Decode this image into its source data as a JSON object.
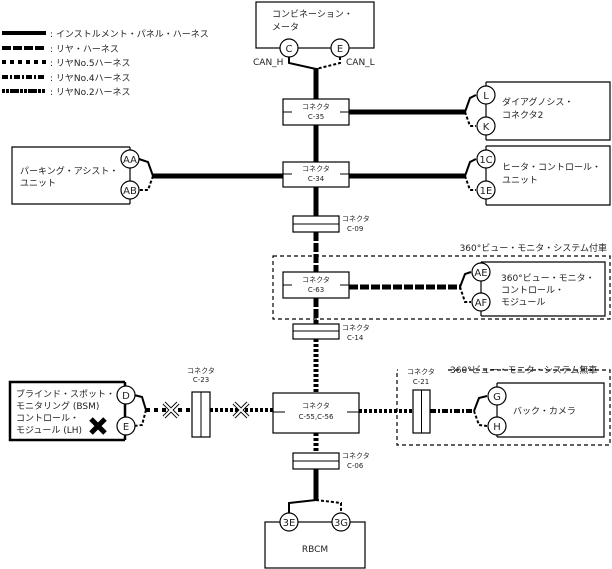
{
  "legend": [
    {
      "style": "instrument",
      "label": ": インストルメント・パネル・ハーネス"
    },
    {
      "style": "rear",
      "label": ": リヤ・ハーネス"
    },
    {
      "style": "rear5",
      "label": ": リヤNo.5ハーネス"
    },
    {
      "style": "rear4",
      "label": ": リヤNo.4ハーネス"
    },
    {
      "style": "rear2",
      "label": ": リヤNo.2ハーネス"
    }
  ],
  "units": {
    "combination_meter": {
      "line1": "コンビネーション・",
      "line2": "メータ",
      "pins": [
        "C",
        "E"
      ],
      "pin_labels": [
        "CAN_H",
        "CAN_L"
      ]
    },
    "diag_connector": {
      "line1": "ダイアグノシス・",
      "line2": "コネクタ2",
      "pins": [
        "L",
        "K"
      ]
    },
    "heater_control": {
      "line1": "ヒータ・コントロール・",
      "line2": "ユニット",
      "pins": [
        "1C",
        "1E"
      ]
    },
    "parking_assist": {
      "line1": "パーキング・アシスト・",
      "line2": "ユニット",
      "pins": [
        "AA",
        "AB"
      ]
    },
    "around_view": {
      "line1": "360°ビュー・モニタ・",
      "line2": "コントロール・",
      "line3": "モジュール",
      "pins": [
        "AE",
        "AF"
      ]
    },
    "bsm": {
      "line1": "ブラインド・スポット・",
      "line2": "モニタリング (BSM)",
      "line3": "コントロール・",
      "line4": "モジュール (LH)",
      "pins": [
        "D",
        "E"
      ]
    },
    "back_camera": {
      "line1": "バック・カメラ",
      "pins": [
        "G",
        "H"
      ]
    },
    "rbcm": {
      "line1": "RBCM",
      "pins": [
        "3E",
        "3G"
      ]
    }
  },
  "connectors": {
    "c35": {
      "title": "コネクタ",
      "id": "C-35"
    },
    "c34": {
      "title": "コネクタ",
      "id": "C-34"
    },
    "c09": {
      "title": "コネクタ",
      "id": "C-09"
    },
    "c63": {
      "title": "コネクタ",
      "id": "C-63"
    },
    "c14": {
      "title": "コネクタ",
      "id": "C-14"
    },
    "c5556": {
      "title": "コネクタ",
      "id": "C-55,C-56"
    },
    "c06": {
      "title": "コネクタ",
      "id": "C-06"
    },
    "c23": {
      "title": "コネクタ",
      "id": "C-23"
    },
    "c21": {
      "title": "コネクタ",
      "id": "C-21"
    }
  },
  "groups": {
    "with_around_view": "360°ビュー・モニタ・システム付車",
    "without_around_view": "360°ビュー・モニタ・システム無車"
  }
}
